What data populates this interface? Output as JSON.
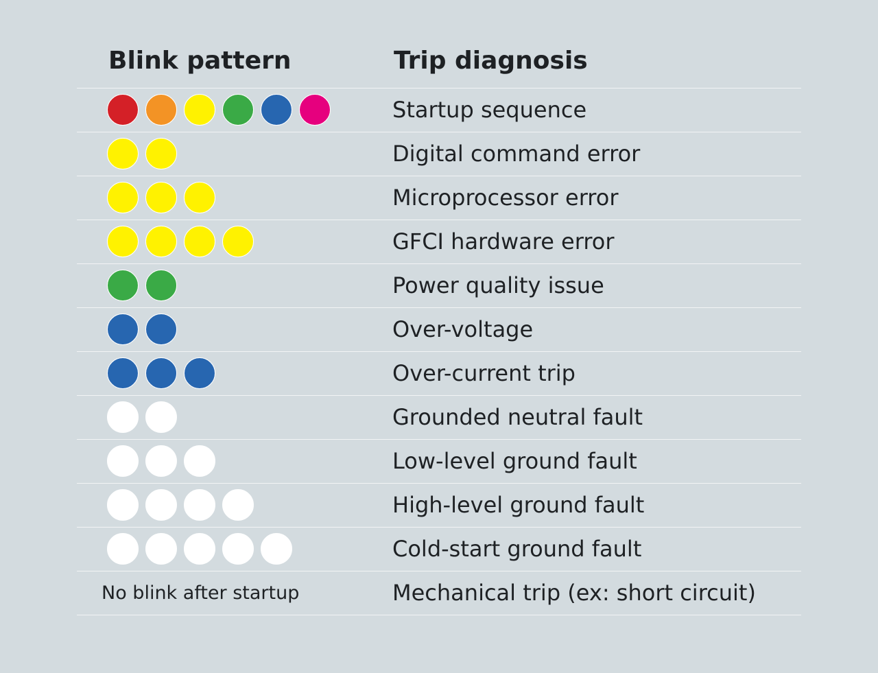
{
  "header": {
    "pattern_label": "Blink pattern",
    "diagnosis_label": "Trip diagnosis"
  },
  "colors": {
    "red": "#d42027",
    "orange": "#f39325",
    "yellow": "#fff200",
    "green": "#3aaa46",
    "blue": "#2766b0",
    "magenta": "#e6007e",
    "white": "#ffffff"
  },
  "rows": [
    {
      "blinks": [
        "red",
        "orange",
        "yellow",
        "green",
        "blue",
        "magenta"
      ],
      "diagnosis": "Startup sequence"
    },
    {
      "blinks": [
        "yellow",
        "yellow"
      ],
      "diagnosis": "Digital command error"
    },
    {
      "blinks": [
        "yellow",
        "yellow",
        "yellow"
      ],
      "diagnosis": "Microprocessor error"
    },
    {
      "blinks": [
        "yellow",
        "yellow",
        "yellow",
        "yellow"
      ],
      "diagnosis": "GFCI hardware error"
    },
    {
      "blinks": [
        "green",
        "green"
      ],
      "diagnosis": "Power quality issue"
    },
    {
      "blinks": [
        "blue",
        "blue"
      ],
      "diagnosis": "Over-voltage"
    },
    {
      "blinks": [
        "blue",
        "blue",
        "blue"
      ],
      "diagnosis": "Over-current trip"
    },
    {
      "blinks": [
        "white",
        "white"
      ],
      "diagnosis": "Grounded neutral fault"
    },
    {
      "blinks": [
        "white",
        "white",
        "white"
      ],
      "diagnosis": "Low-level ground fault"
    },
    {
      "blinks": [
        "white",
        "white",
        "white",
        "white"
      ],
      "diagnosis": "High-level ground fault"
    },
    {
      "blinks": [
        "white",
        "white",
        "white",
        "white",
        "white"
      ],
      "diagnosis": "Cold-start ground fault"
    },
    {
      "blinks": [],
      "note": "No blink after startup",
      "diagnosis": "Mechanical trip (ex: short circuit)"
    }
  ]
}
